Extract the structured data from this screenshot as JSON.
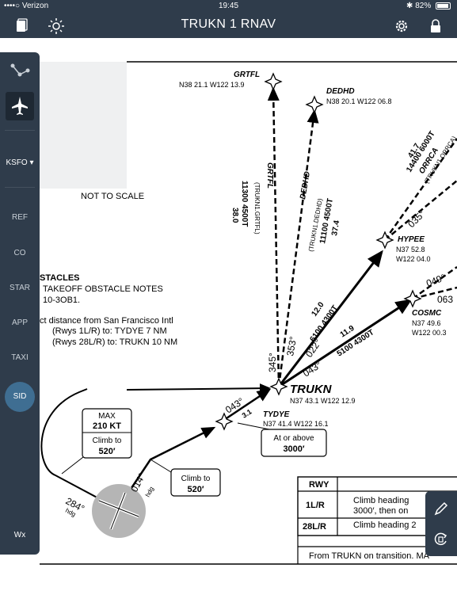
{
  "status_bar": {
    "carrier": "••••○ Verizon",
    "time": "19:45",
    "battery": "82%"
  },
  "nav": {
    "title": "TRUKN 1 RNAV"
  },
  "sidebar": {
    "airport": "KSFO ▾",
    "items": [
      "REF",
      "CO",
      "STAR",
      "APP",
      "TAXI",
      "SID"
    ],
    "bottom": "Wx"
  },
  "chart": {
    "not_to_scale": "NOT TO SCALE",
    "notes": {
      "heading": "STACLES",
      "line1": "TAKEOFF OBSTACLE NOTES",
      "line2": "10-3OB1.",
      "line3": "ct distance from San Francisco Intl",
      "line4": "(Rwys 1L/R) to: TYDYE 7 NM",
      "line5": "(Rwys 28L/R) to: TRUKN 10 NM"
    },
    "fixes": {
      "grtfl": {
        "name": "GRTFL",
        "coords": "N38 21.1 W122 13.9"
      },
      "dedhd": {
        "name": "DEDHD",
        "coords": "N38 20.1 W122 06.8"
      },
      "hypee": {
        "name": "HYPEE",
        "lat": "N37 52.8",
        "lon": "W122 04.0"
      },
      "cosmc": {
        "name": "COSMC",
        "lat": "N37 49.6",
        "lon": "W122 00.3"
      },
      "trukn": {
        "name": "TRUKN",
        "coords": "N37 43.1 W122 12.9"
      },
      "tydye": {
        "name": "TYDYE",
        "coords": "N37 41.4 W122 16.1"
      }
    },
    "routes": {
      "grtfl": {
        "name": "GRTFL",
        "id": "(TRUKN1.GRTFL)",
        "alt": "11300 4500T",
        "dist": "38.0",
        "course": "345°"
      },
      "dedhd": {
        "name": "DEDHD",
        "id": "(TRUKN1.DEDHD)",
        "alt": "11100 4500T",
        "dist": "37.4",
        "course": "353°"
      },
      "hypee": {
        "dist": "12.0",
        "alt": "6100 4300T",
        "course": "022°",
        "out_course": "035°"
      },
      "cosmc": {
        "dist": "11.9",
        "alt": "5100 4300T",
        "course": "043°",
        "out_course": "049°",
        "out_course2": "063"
      },
      "orrca": {
        "dist": "41.7",
        "alt": "14400 6000T",
        "name": "ORRCA",
        "id": "(TRUKN1.ORRCA)"
      },
      "tydye_leg": {
        "course": "043°",
        "dist": "3.1"
      }
    },
    "boxes": {
      "max_label": "MAX",
      "max_speed": "210 KT",
      "climb_label": "Climb to",
      "climb_alt": "520′",
      "at_or_above": "At or above",
      "at_alt": "3000′"
    },
    "runway": {
      "hdg1": "284°",
      "hdg2": "014°",
      "hdg_label": "hdg"
    },
    "table": {
      "header": "RWY",
      "rows": [
        {
          "rwy": "1L/R",
          "text": "Climb heading",
          "text2": "3000′, then on"
        },
        {
          "rwy": "28L/R",
          "text": "Climb heading 2"
        }
      ],
      "footer": "From TRUKN on transition. MA"
    }
  }
}
